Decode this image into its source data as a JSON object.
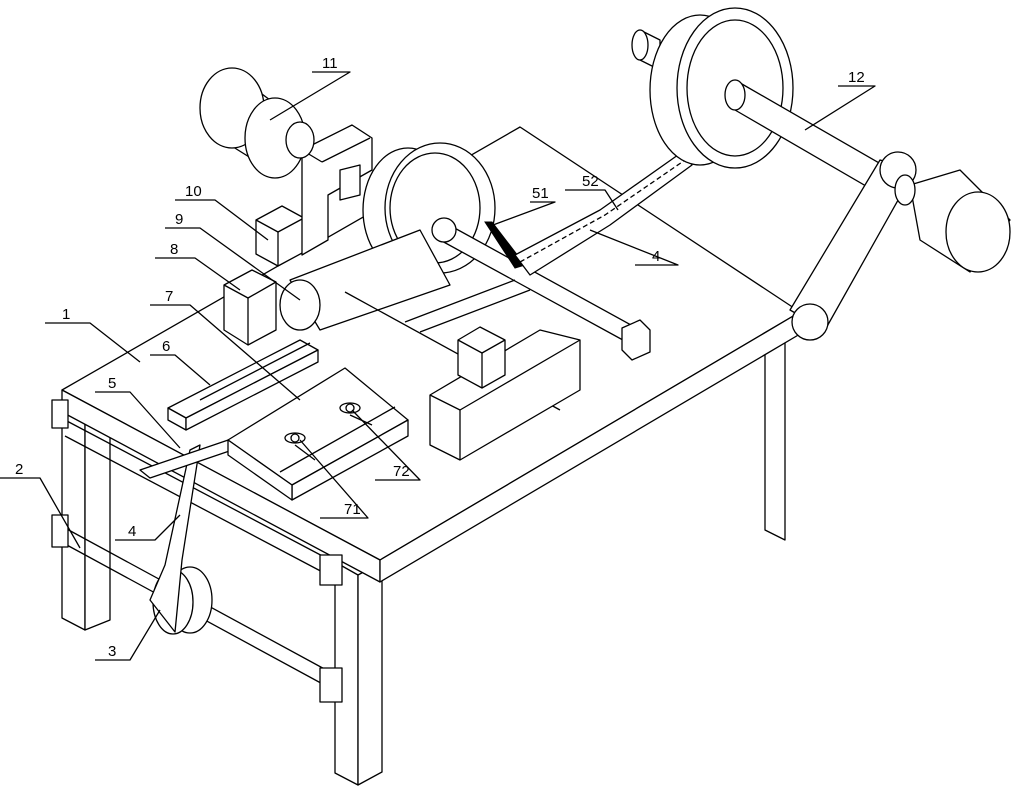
{
  "figure": {
    "labels": {
      "l1": "1",
      "l2": "2",
      "l3": "3",
      "l4a": "4",
      "l4b": "4",
      "l5": "5",
      "l6": "6",
      "l7": "7",
      "l8": "8",
      "l9": "9",
      "l10": "10",
      "l11": "11",
      "l12": "12",
      "l51": "51",
      "l52": "52",
      "l71": "71",
      "l72": "72"
    }
  }
}
